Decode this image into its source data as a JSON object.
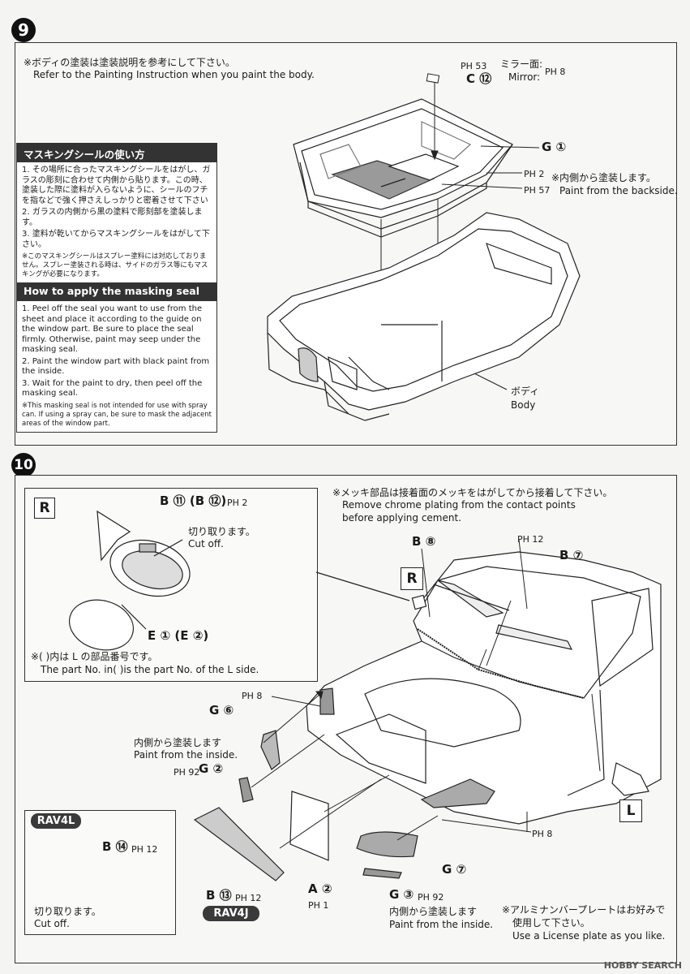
{
  "steps": {
    "s9": "9",
    "s10": "10"
  },
  "step9": {
    "note_jp": "※ボディの塗装は塗装説明を参考にして下さい。",
    "note_en": "Refer to the Painting Instruction when you paint the body.",
    "ph53": "PH 53",
    "c12": "C ⑫",
    "mirror_jp": "ミラー面:",
    "mirror_en": "Mirror:",
    "ph8_mirror": "PH 8",
    "g1": "G ①",
    "ph2": "PH 2",
    "ph57": "PH 57",
    "inside_jp": "※内側から塗装します。",
    "inside_en": "Paint from the backside.",
    "body_jp": "ボディ",
    "body_en": "Body",
    "mask": {
      "title_jp": "マスキングシールの使い方",
      "jp_1": "1. その場所に合ったマスキングシールをはがし、ガラスの彫刻に合わせて内側から貼ります。この時、塗装した際に塗料が入らないように、シールのフチを指などで強く押さえしっかりと密着させて下さい",
      "jp_2": "2. ガラスの内側から黒の塗料で彫刻部を塗装します。",
      "jp_3": "3. 塗料が乾いてからマスキングシールをはがして下さい。",
      "jp_note": "※このマスキングシールはスプレー塗料には対応しておりません。スプレー塗装される時は、サイドのガラス等にもマスキングが必要になります。",
      "title_en": "How to apply the masking seal",
      "en_1": "1. Peel off the seal you want to use from the sheet and place it according to the guide on the window part. Be sure to place the seal firmly. Otherwise, paint may seep under the masking seal.",
      "en_2": "2. Paint the window part with black paint from the inside.",
      "en_3": "3. Wait for the paint to dry, then peel off the masking seal.",
      "en_note": "※This masking seal is not intended for use with spray can. If using a spray can, be sure to mask the adjacent areas of the window part."
    }
  },
  "step10": {
    "inset_R": "R",
    "b11b12": "B ⑪ (B ⑫)",
    "ph2": "PH 2",
    "cutoff_jp": "切り取ります。",
    "cutoff_en": "Cut off.",
    "e1e2": "E ① (E ②)",
    "partno_jp": "※(  )内は L の部品番号です。",
    "partno_en": "The part No. in(  )is the part No. of the L side.",
    "chrome_jp": "※メッキ部品は接着面のメッキをはがしてから接着して下さい。",
    "chrome_en_1": "Remove chrome plating from the contact points",
    "chrome_en_2": "before applying cement.",
    "b8": "B ⑧",
    "ph12_top": "PH 12",
    "b7": "B ⑦",
    "car_R": "R",
    "ph8_left": "PH 8",
    "g6": "G ⑥",
    "inside1_jp": "内側から塗装します",
    "inside1_en": "Paint from the inside.",
    "ph92": "PH 92",
    "g2": "G ②",
    "ph8_right": "PH 8",
    "L": "L",
    "rav4l": "RAV4L",
    "b14": "B ⑭",
    "ph12_b14": "PH 12",
    "cutoff2_jp": "切り取ります。",
    "cutoff2_en": "Cut off.",
    "b13": "B ⑬",
    "ph12_b13": "PH 12",
    "rav4j": "RAV4J",
    "a2": "A ②",
    "ph1": "PH 1",
    "g7": "G ⑦",
    "g3": "G ③",
    "ph92_g3": "PH 92",
    "inside2_jp": "内側から塗装します",
    "inside2_en": "Paint from the inside.",
    "plate_jp_1": "※アルミナンバープレートはお好みで",
    "plate_jp_2": "使用して下さい。",
    "plate_en": "Use a License plate as you like."
  },
  "watermark": "HOBBY SEARCH"
}
